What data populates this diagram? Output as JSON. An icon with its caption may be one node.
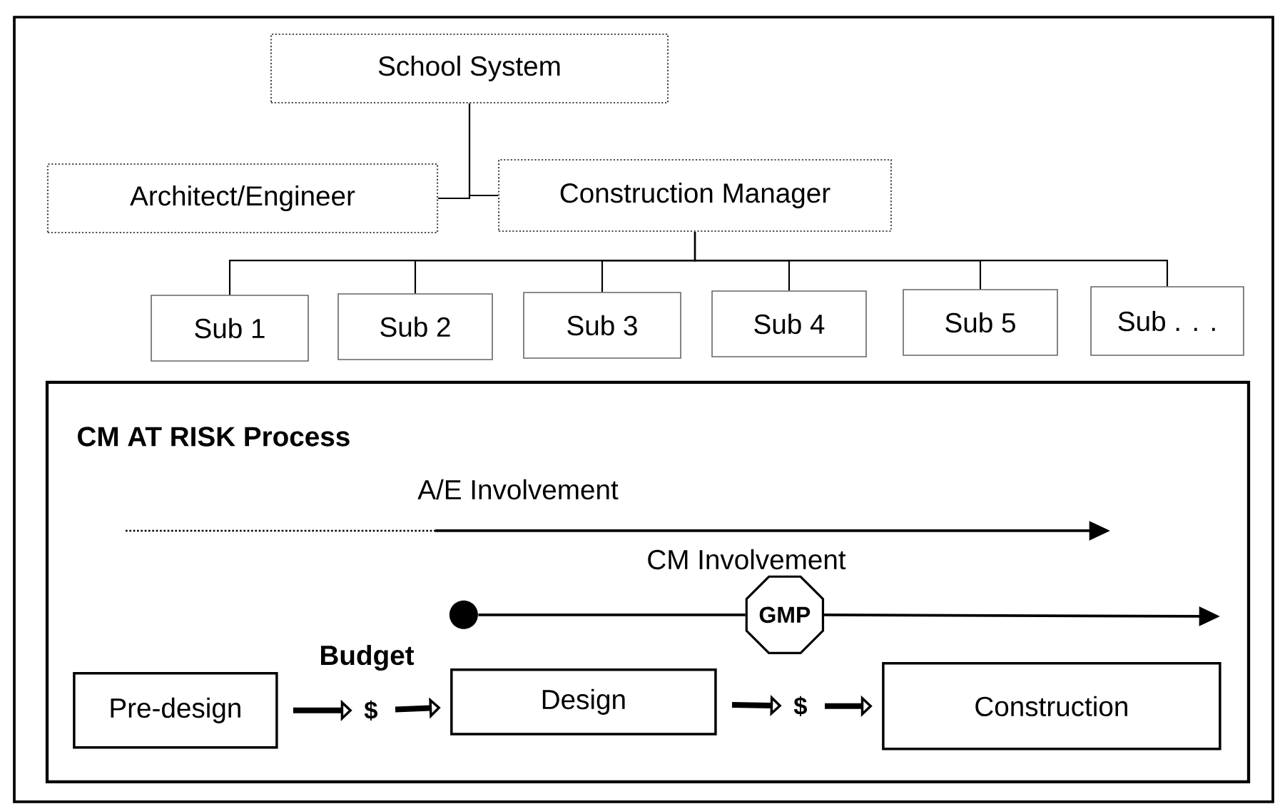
{
  "diagram": {
    "nodes": [
      {
        "text": [
          "School System"
        ]
      },
      {
        "text": [
          "Architect/Engineer"
        ]
      },
      {
        "text": [
          "Construction Manager"
        ]
      },
      {
        "text": [
          "Sub 1"
        ]
      },
      {
        "text": [
          "Sub 2"
        ]
      },
      {
        "text": [
          "Sub 3"
        ]
      },
      {
        "text": [
          "Sub 4"
        ]
      },
      {
        "text": [
          "Sub 5"
        ]
      },
      {
        "text": [
          "Sub . . ."
        ]
      },
      {
        "text": [
          "CM AT RISK Process"
        ]
      },
      {
        "text": [],
        "shape": "circle",
        "in": 9
      },
      {
        "text": [
          "GMP"
        ],
        "in": 9
      },
      {
        "text": [
          "Pre-design"
        ],
        "in": 9
      },
      {
        "text": [
          "$"
        ],
        "in": 9
      },
      {
        "text": [
          "Design"
        ],
        "in": 9
      },
      {
        "text": [
          "$"
        ],
        "in": 9
      },
      {
        "text": [
          "Construction"
        ],
        "in": 9
      }
    ],
    "edges": [
      {
        "from": 0,
        "to": 1,
        "arrow": "none"
      },
      {
        "from": 0,
        "to": 2,
        "arrow": "none"
      },
      {
        "from": 2,
        "to": 3,
        "arrow": "none"
      },
      {
        "from": 2,
        "to": 4,
        "arrow": "none"
      },
      {
        "from": 2,
        "to": 5,
        "arrow": "none"
      },
      {
        "from": 2,
        "to": 6,
        "arrow": "none"
      },
      {
        "from": 2,
        "to": 7,
        "arrow": "none"
      },
      {
        "from": 2,
        "to": 8,
        "arrow": "none"
      },
      {
        "from": 10,
        "to": 11,
        "arrow": "none"
      },
      {
        "from": 11,
        "to": null,
        "arrow": "to"
      },
      {
        "from": 12,
        "to": 13,
        "arrow": "to",
        "style": "thick"
      },
      {
        "from": 13,
        "to": 14,
        "arrow": "to",
        "style": "thick"
      },
      {
        "from": 14,
        "to": 15,
        "arrow": "to",
        "style": "thick"
      },
      {
        "from": 15,
        "to": 16,
        "arrow": "to",
        "style": "thick"
      }
    ],
    "labels": [
      "A/E Involvement",
      "CM Involvement",
      "Budget"
    ]
  }
}
